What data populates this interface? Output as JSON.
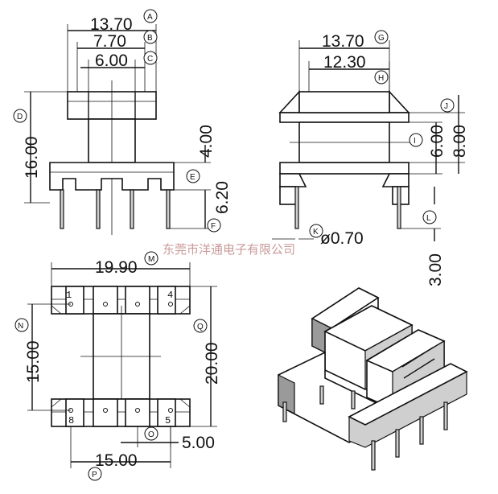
{
  "dimensions": {
    "A": "13.70",
    "B": "7.70",
    "C": "6.00",
    "D": "16.00",
    "E": "6.20",
    "E_upper": "4.00",
    "G": "13.70",
    "H": "12.30",
    "I": "6.00",
    "J": "8.00",
    "K": "ø0.70",
    "L": "3.00",
    "N": "19.90",
    "M": "15.00",
    "Q": "20.00",
    "O": "5.00",
    "P": "15.00"
  },
  "markers": [
    "A",
    "B",
    "C",
    "D",
    "E",
    "F",
    "G",
    "H",
    "I",
    "J",
    "K",
    "L",
    "M",
    "N",
    "O",
    "P",
    "Q"
  ],
  "pins": {
    "p1": "1",
    "p4": "4",
    "p8": "8",
    "p5": "5"
  },
  "watermark": "东莞市洋通电子有限公司"
}
